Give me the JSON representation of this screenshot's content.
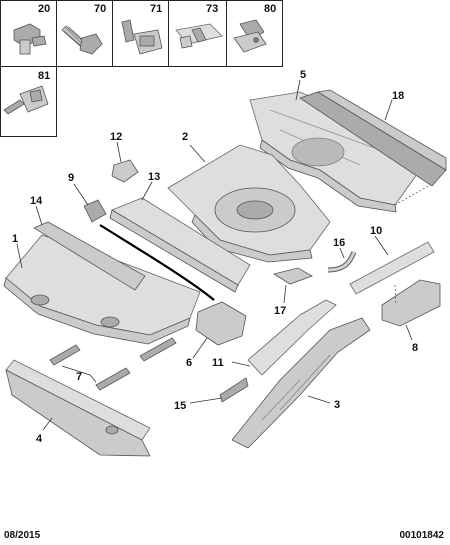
{
  "fastener_boxes": [
    {
      "id": "20",
      "icon": "push-clip-icon"
    },
    {
      "id": "70",
      "icon": "screw-icon"
    },
    {
      "id": "71",
      "icon": "bracket-clip-icon"
    },
    {
      "id": "73",
      "icon": "panel-clip-icon"
    },
    {
      "id": "80",
      "icon": "cable-clip-icon"
    },
    {
      "id": "81",
      "icon": "fixing-clip-icon"
    }
  ],
  "callouts": [
    "1",
    "2",
    "3",
    "4",
    "5",
    "6",
    "7",
    "8",
    "9",
    "10",
    "11",
    "12",
    "13",
    "14",
    "15",
    "16",
    "17",
    "18"
  ],
  "footer": {
    "date": "08/2015",
    "reference": "00101842"
  }
}
